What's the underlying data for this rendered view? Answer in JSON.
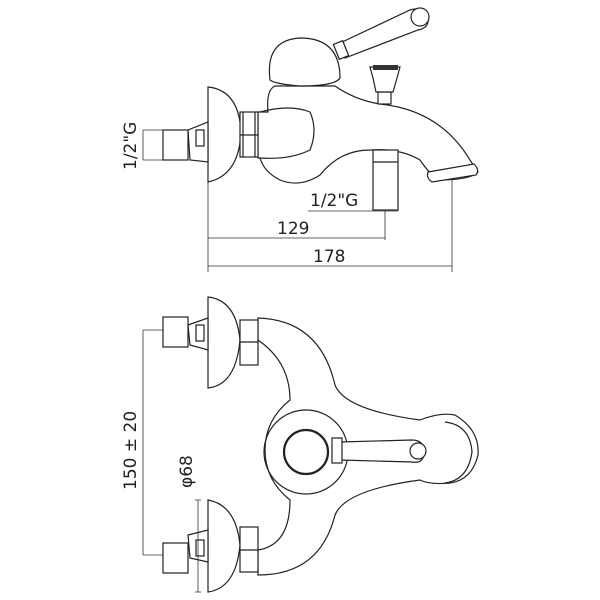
{
  "title": "Bath mixer technical drawing",
  "side_view": {
    "inlet_thread_label": "1/2\"G",
    "outlet_thread_label": "1/2\"G",
    "dim_outlet": "129",
    "dim_spout": "178"
  },
  "top_view": {
    "dim_centers": "150 ± 20",
    "dim_flange": "φ68"
  },
  "colors": {
    "line": "#222222",
    "background": "#ffffff"
  }
}
